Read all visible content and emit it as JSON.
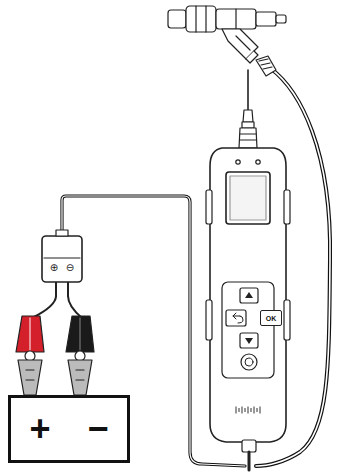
{
  "diagram": {
    "nodes": [
      {
        "text": [
          "+",
          "−"
        ]
      },
      {
        "text": [
          "OK"
        ]
      }
    ],
    "labels": [
      "⊕",
      "⊖"
    ]
  }
}
